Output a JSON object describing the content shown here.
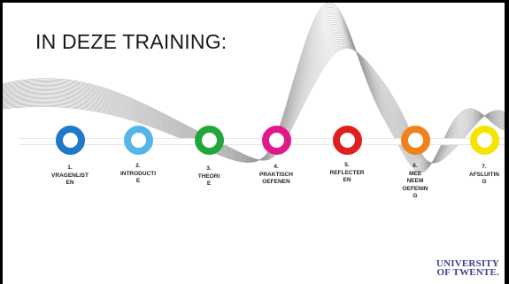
{
  "slide": {
    "title": "IN DEZE TRAINING:",
    "steps": [
      {
        "label": "1.\nVRAGENLIST\nEN",
        "color": "#1f78c8"
      },
      {
        "label": "2.\nINTRODUCTI\nE",
        "color": "#56b4e9"
      },
      {
        "label": "3.\nTHEORI\nE",
        "color": "#22a83a"
      },
      {
        "label": "4.\nPRAKTISCH\nOEFENEN",
        "color": "#e0198a"
      },
      {
        "label": "5.\nREFLECTER\nEN",
        "color": "#e02020"
      },
      {
        "label": "6.\nMEE\nNEEM\nOEFENIN\nG",
        "color": "#f0821e"
      },
      {
        "label": "7.\nAFSLUITIN\nG",
        "color": "#f5e400"
      }
    ],
    "logo": {
      "line1": "UNIVERSITY",
      "line2": "OF TWENTE."
    }
  }
}
